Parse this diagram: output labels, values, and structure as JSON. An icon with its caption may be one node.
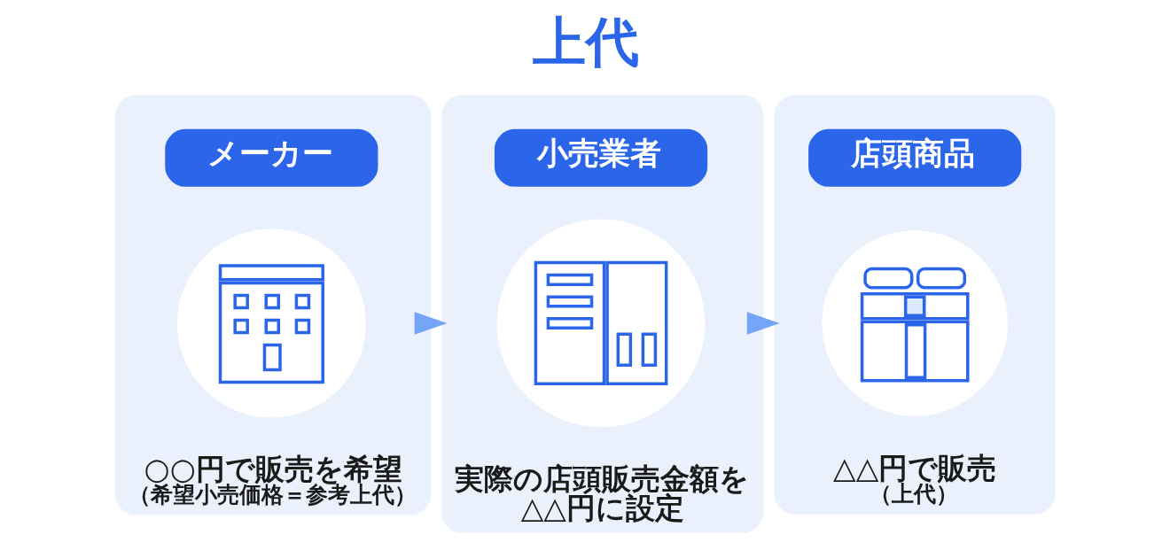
{
  "diagram": {
    "title": "上代",
    "nodes": [
      {
        "text": [
          "○○円で販売を希望",
          "（希望小売価格＝参考上代）"
        ]
      },
      {
        "text": [
          "メーカー"
        ],
        "in": 0
      },
      {
        "text": [],
        "shape": "picture",
        "in": 0
      },
      {
        "text": [
          "実際の店頭販売金額を△△円に設定"
        ]
      },
      {
        "text": [
          "小売業者"
        ],
        "in": 3
      },
      {
        "text": [],
        "shape": "picture",
        "in": 3
      },
      {
        "text": [
          "△△円で販売",
          "（上代）"
        ]
      },
      {
        "text": [
          "店頭商品"
        ],
        "in": 6
      },
      {
        "text": [],
        "shape": "picture",
        "in": 6
      }
    ],
    "edges": [
      {
        "from": 0,
        "to": 3,
        "arrow": "to"
      },
      {
        "from": 3,
        "to": 6,
        "arrow": "to"
      }
    ]
  }
}
